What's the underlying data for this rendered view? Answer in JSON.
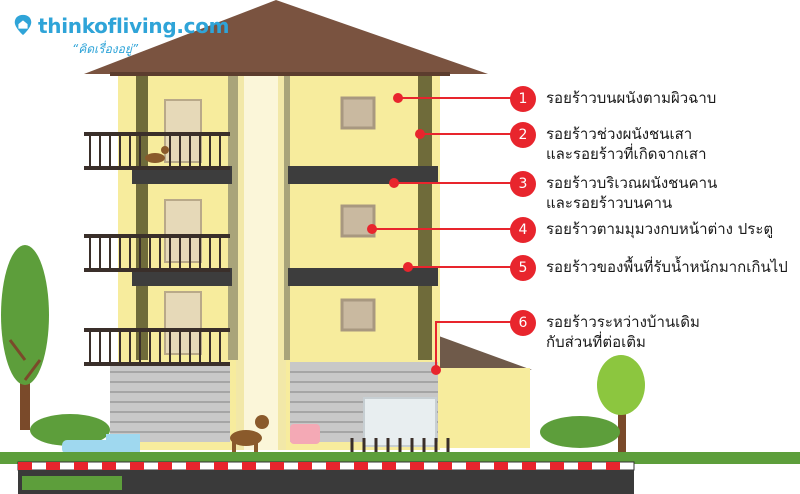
{
  "logo": {
    "brand": "thinkofliving.com",
    "tagline": "“คิดเรื่องอยู่”"
  },
  "callouts": [
    {
      "number": "1",
      "lines": [
        "รอยร้าวบนผนังตามผิวฉาบ"
      ]
    },
    {
      "number": "2",
      "lines": [
        "รอยร้าวช่วงผนังชนเสา",
        "และรอยร้าวที่เกิดจากเสา"
      ]
    },
    {
      "number": "3",
      "lines": [
        "รอยร้าวบริเวณผนังชนคาน",
        "และรอยร้าวบนคาน"
      ]
    },
    {
      "number": "4",
      "lines": [
        "รอยร้าวตามมุมวงกบหน้าต่าง ประตู"
      ]
    },
    {
      "number": "5",
      "lines": [
        "รอยร้าวของพื้นที่รับน้ำหนักมากเกินไป"
      ]
    },
    {
      "number": "6",
      "lines": [
        "รอยร้าวระหว่างบ้านเดิม",
        "กับส่วนที่ต่อเติม"
      ]
    }
  ],
  "colors": {
    "accent_red": "#e8252d",
    "wall": "#f7ec9d",
    "roof": "#7a5340",
    "column": "#6f6b3a",
    "beam": "#3d3d3d",
    "tree": "#5d9e3b",
    "brand_blue": "#2fa4d8"
  }
}
